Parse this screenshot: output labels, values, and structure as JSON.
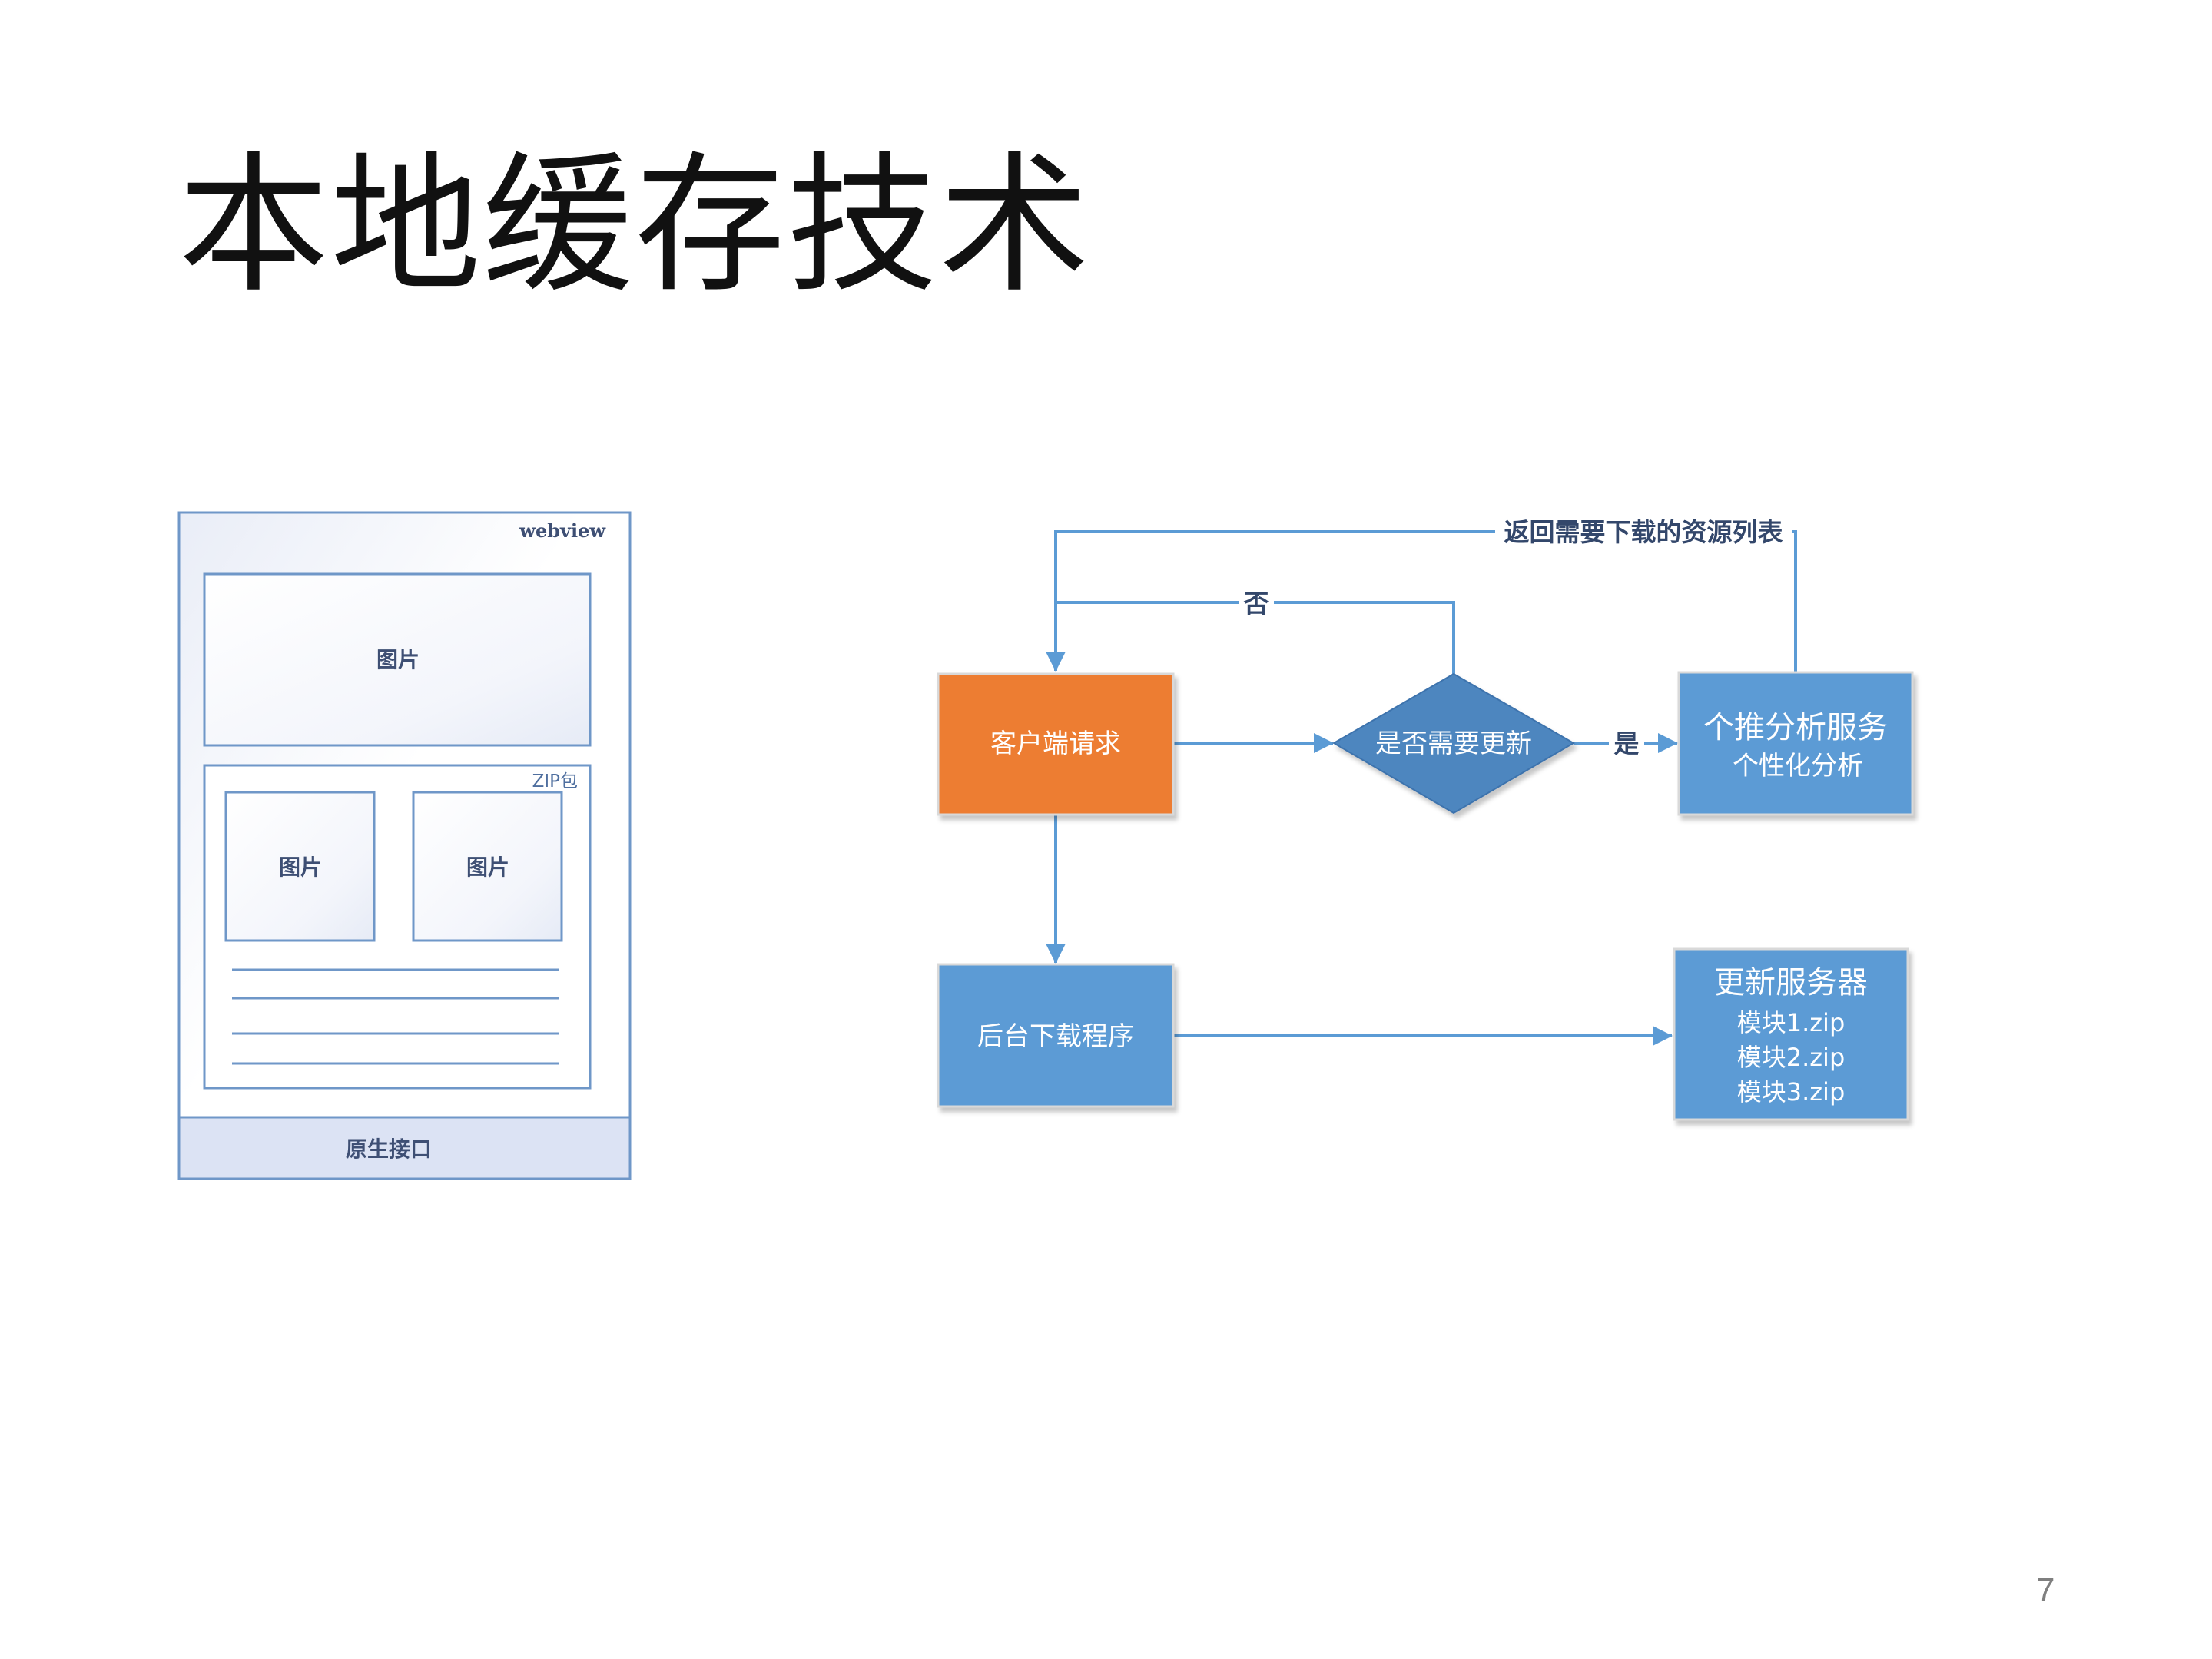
{
  "slide": {
    "title": "本地缓存技术",
    "page_number": "7"
  },
  "mockup": {
    "webview_label": "webview",
    "top_image_label": "图片",
    "zip_label": "ZIP包",
    "left_image_label": "图片",
    "right_image_label": "图片",
    "native_interface_label": "原生接口"
  },
  "flowchart": {
    "client_request": "客户端请求",
    "decision": "是否需要更新",
    "push_service_title": "个推分析服务",
    "push_service_subtitle": "个性化分析",
    "background_download": "后台下载程序",
    "update_server_title": "更新服务器",
    "update_server_files": [
      "模块1.zip",
      "模块2.zip",
      "模块3.zip"
    ],
    "edge_return_list": "返回需要下载的资源列表",
    "edge_no": "否",
    "edge_yes": "是"
  },
  "colors": {
    "orange_box": "#ED7D31",
    "blue_box": "#5B9BD5",
    "diamond": "#4E86BF",
    "arrow": "#5B9BD5",
    "mockup_border": "#6F97C8",
    "native_bar": "#DCE3F4"
  }
}
